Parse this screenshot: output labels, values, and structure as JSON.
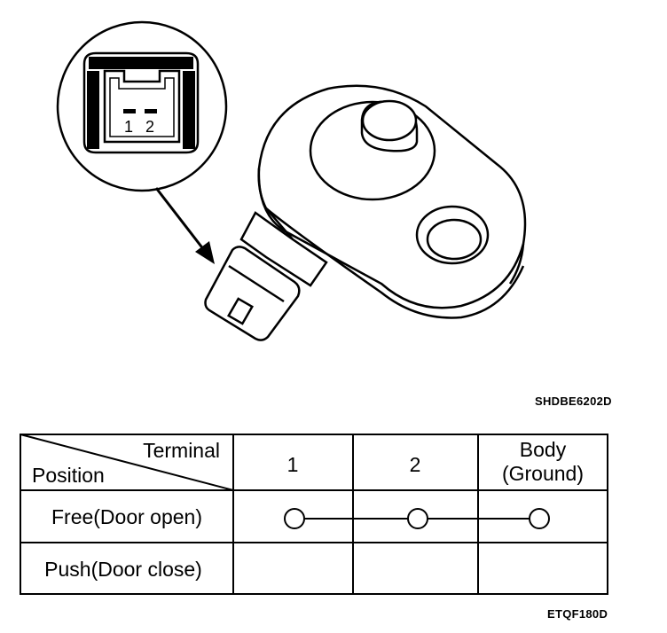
{
  "illustration": {
    "connector_terminals": [
      "1",
      "2"
    ]
  },
  "codes": {
    "top": "SHDBE6202D",
    "bottom": "ETQF180D"
  },
  "table": {
    "corner_header": {
      "top": "Terminal",
      "bottom": "Position"
    },
    "columns": [
      "1",
      "2",
      "Body",
      "(Ground)"
    ],
    "rows": [
      {
        "label": "Free(Door open)",
        "connected": [
          true,
          true,
          true
        ]
      },
      {
        "label": "Push(Door close)",
        "connected": [
          false,
          false,
          false
        ]
      }
    ]
  },
  "colors": {
    "line": "#000000",
    "background": "#ffffff"
  }
}
